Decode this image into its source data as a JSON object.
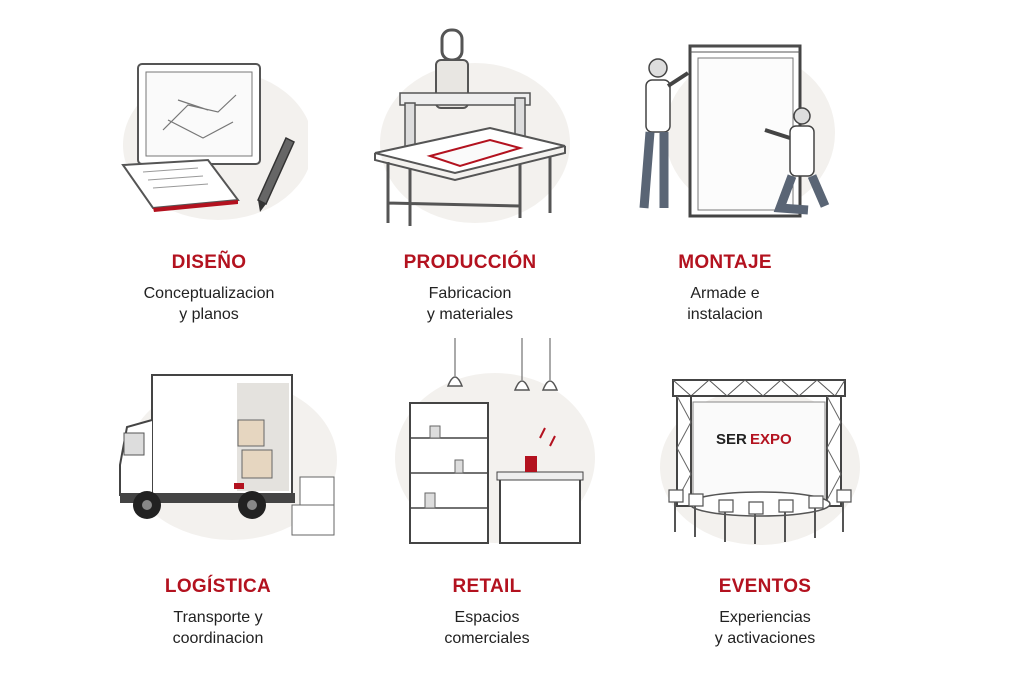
{
  "colors": {
    "accent": "#b3121f",
    "text": "#222222",
    "sketch": "#555555",
    "shade": "#eeece8"
  },
  "services": [
    {
      "title": "DISEÑO",
      "line1": "Conceptualizacion",
      "line2": "y planos",
      "icon": "design-tablet-icon"
    },
    {
      "title": "PRODUCCIÓN",
      "line1": "Fabricacion",
      "line2": "y materiales",
      "icon": "cnc-machine-icon"
    },
    {
      "title": "MONTAJE",
      "line1": "Armade e",
      "line2": "instalacion",
      "icon": "installers-icon"
    },
    {
      "title": "LOGÍSTICA",
      "line1": "Transporte y",
      "line2": "coordinacion",
      "icon": "delivery-truck-icon"
    },
    {
      "title": "RETAIL",
      "line1": "Espacios",
      "line2": "comerciales",
      "icon": "retail-shelf-icon"
    },
    {
      "title": "EVENTOS",
      "line1": "Experiencias",
      "line2": "y activaciones",
      "icon": "event-stage-icon"
    }
  ],
  "brand": {
    "ser": "SER",
    "expo": "EXPO"
  }
}
